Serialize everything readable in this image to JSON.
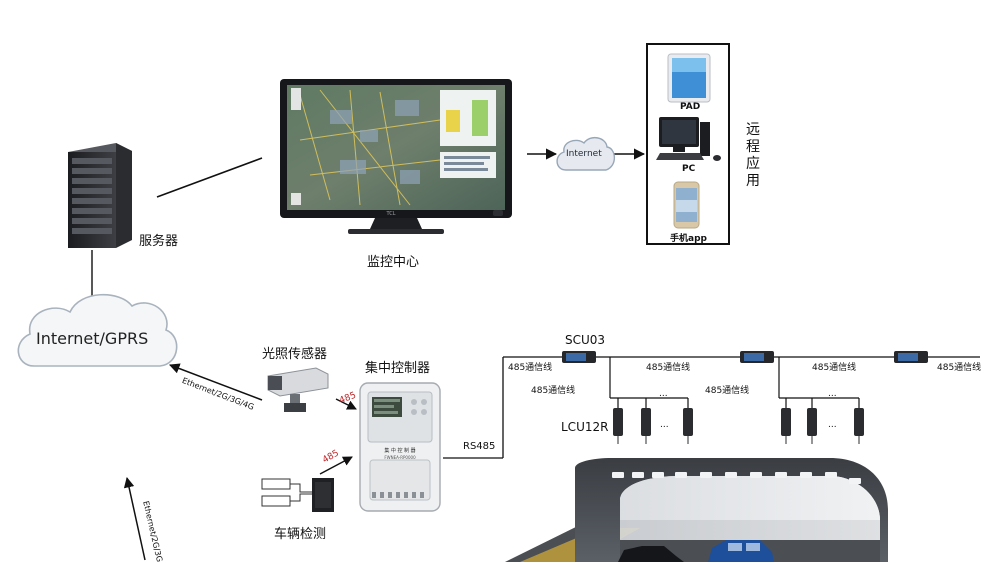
{
  "server": {
    "label": "服务器"
  },
  "cloud_main": {
    "label": "Internet/GPRS"
  },
  "monitor": {
    "label": "监控中心",
    "brand": "TCL"
  },
  "cloud_internet": {
    "label": "Internet"
  },
  "remote": {
    "title": "远程应用",
    "devices": [
      {
        "label": "PAD"
      },
      {
        "label": "PC"
      },
      {
        "label": "手机app"
      }
    ]
  },
  "light_sensor": {
    "label": "光照传感器"
  },
  "controller": {
    "label": "集中控制器",
    "panel_title": "集 中 控 制 器",
    "model": "FWNEA-RP0000"
  },
  "vehicle_detect": {
    "label": "车辆检测"
  },
  "links": {
    "ethernet_upper": "Ethernet/2G/3G/4G",
    "ethernet_lower": "Ethernet/2G/3G",
    "protocol_485": "485",
    "rs485": "RS485",
    "bus_485": "485通信线"
  },
  "scu": {
    "label": "SCU03"
  },
  "lcu": {
    "label": "LCU12R",
    "ellipsis": "..."
  },
  "colors": {
    "red": "#c0282b",
    "cloud_fill": "#f4f6f8",
    "cloud_stroke": "#a9b3bd",
    "accent_blue": "#1d4f9a"
  }
}
